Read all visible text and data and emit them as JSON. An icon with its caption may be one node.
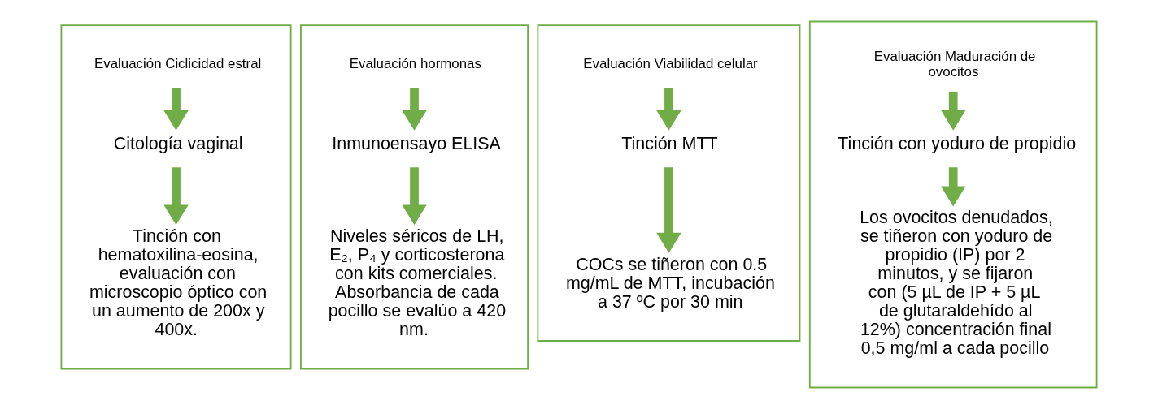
{
  "diagram": {
    "nodes": [
      {
        "text": [],
        "shape": "box"
      },
      {
        "text": [
          "Evaluación Ciclicidad estral"
        ],
        "in": 0
      },
      {
        "text": [
          "Citología vaginal"
        ],
        "in": 0
      },
      {
        "text": [
          "Tinción con hematoxilina-eosina, evaluación con microscopio óptico con un aumento de 200x y 400x."
        ],
        "in": 0
      },
      {
        "text": [],
        "shape": "box"
      },
      {
        "text": [
          "Evaluación hormonas"
        ],
        "in": 4
      },
      {
        "text": [
          "Inmunoensayo ELISA"
        ],
        "in": 4
      },
      {
        "text": [
          "Niveles séricos de LH, E₂, P₄ y corticosterona con kits comerciales. Absorbancia de cada pocillo se evalúo a 420 nm."
        ],
        "in": 4
      },
      {
        "text": [],
        "shape": "box"
      },
      {
        "text": [
          "Evaluación Viabilidad celular"
        ],
        "in": 8
      },
      {
        "text": [
          "Tinción MTT"
        ],
        "in": 8
      },
      {
        "text": [
          "COCs se tiñeron con 0.5 mg/mL de MTT, incubación a 37 ºC por 30 min"
        ],
        "in": 8
      },
      {
        "text": [],
        "shape": "box"
      },
      {
        "text": [
          "Evaluación Maduración de ovocitos"
        ],
        "in": 12
      },
      {
        "text": [
          "Tinción con yoduro de propidio"
        ],
        "in": 12
      },
      {
        "text": [
          "Los ovocitos denudados, se tiñeron con yoduro de propidio (IP) por 2 minutos, y se fijaron con (5 µL de IP + 5 µL de glutaraldehído al 12%) concentración final 0,5 mg/ml a cada pocillo"
        ],
        "in": 12
      }
    ],
    "edges": [
      {
        "from": 1,
        "to": 2,
        "arrow": "to"
      },
      {
        "from": 2,
        "to": 3,
        "arrow": "to"
      },
      {
        "from": 5,
        "to": 6,
        "arrow": "to"
      },
      {
        "from": 6,
        "to": 7,
        "arrow": "to"
      },
      {
        "from": 9,
        "to": 10,
        "arrow": "to"
      },
      {
        "from": 10,
        "to": 11,
        "arrow": "to"
      },
      {
        "from": 13,
        "to": 14,
        "arrow": "to"
      },
      {
        "from": 14,
        "to": 15,
        "arrow": "to"
      }
    ]
  }
}
